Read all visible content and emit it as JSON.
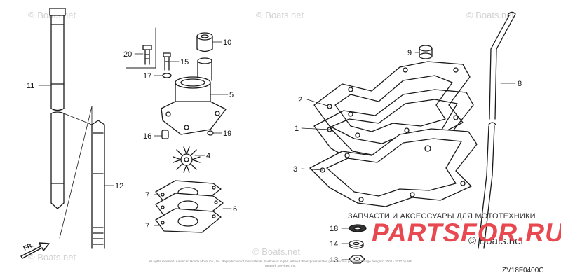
{
  "diagram": {
    "code": "ZV18F0400C",
    "direction_label": "FR.",
    "watermark_text": "© Boats.net",
    "brand_tagline": "ЗАПЧАСТИ И АКСЕССУАРЫ ДЛЯ МОТОТЕХНИКИ",
    "brand_logo": "PARTSFOR.RU",
    "copyright_text": "All rights reserved. American Honda Motor Co., Inc. Reproduction of this material, in whole or in part, without the express written permission is prohibited. Page design © 2004 - 2017 by ARI Network Services, Inc.",
    "callouts": {
      "c1": "1",
      "c2": "2",
      "c3": "3",
      "c4": "4",
      "c5": "5",
      "c6": "6",
      "c7a": "7",
      "c7b": "7",
      "c8": "8",
      "c9": "9",
      "c10": "10",
      "c11": "11",
      "c12": "12",
      "c13": "13",
      "c14": "14",
      "c15": "15",
      "c16": "16",
      "c17": "17",
      "c18": "18",
      "c19": "19",
      "c20": "20"
    }
  }
}
